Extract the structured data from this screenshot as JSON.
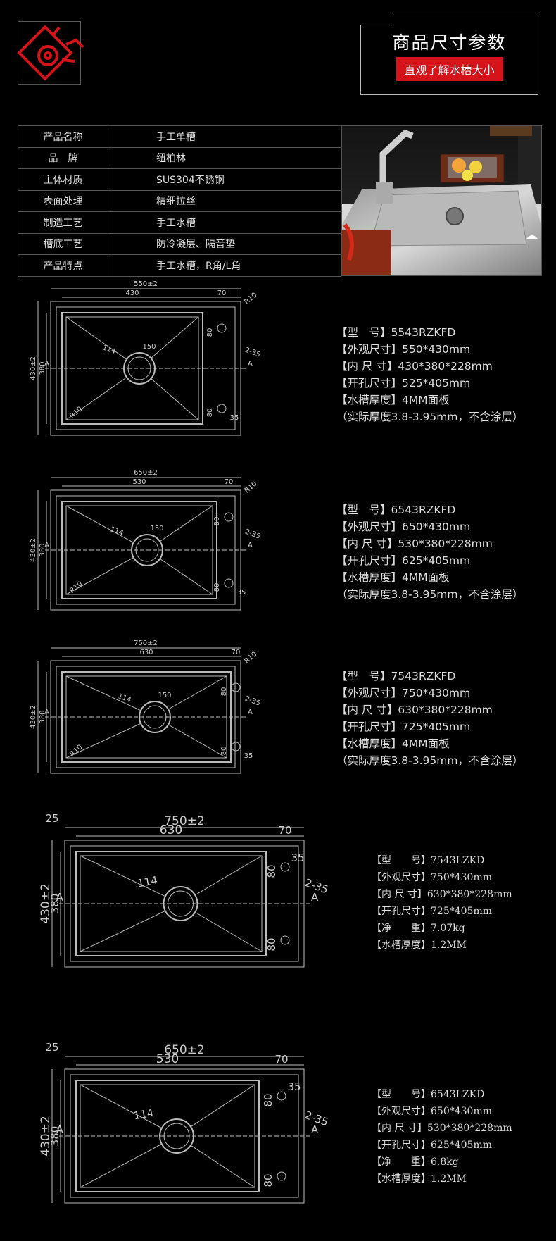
{
  "header": {
    "title": "商品尺寸参数",
    "subtitle": "直观了解水槽大小"
  },
  "colors": {
    "accent": "#d4131b",
    "background": "#000000"
  },
  "specs": [
    {
      "label": "产品名称",
      "value": "手工单槽"
    },
    {
      "label": "品　牌",
      "value": "纽柏林"
    },
    {
      "label": "主体材质",
      "value": "SUS304不锈钢"
    },
    {
      "label": "表面处理",
      "value": "精细拉丝"
    },
    {
      "label": "制造工艺",
      "value": "手工水槽"
    },
    {
      "label": "槽底工艺",
      "value": "防冷凝层、隔音垫"
    },
    {
      "label": "产品特点",
      "value": "手工水槽，R角/L角"
    }
  ],
  "drawings": [
    {
      "outer": "550±2",
      "inner": "430",
      "drain_dist": "70",
      "corner": "R10",
      "height": "430±2",
      "inner_h": "380",
      "hole": "150",
      "drain": "114",
      "tap": "80",
      "tap2": "80",
      "bracket": "35",
      "holes": "2-35",
      "section": "A",
      "corner_in": "R10",
      "info": [
        "【型　号】5543RZKFD",
        "【外观尺寸】550*430mm",
        "【内 尺 寸】430*380*228mm",
        "【开孔尺寸】525*405mm",
        "【水槽厚度】4MM面板",
        "（实际厚度3.8-3.95mm，不含涂层）"
      ]
    },
    {
      "outer": "650±2",
      "inner": "530",
      "drain_dist": "70",
      "corner": "R10",
      "height": "430±2",
      "inner_h": "380",
      "hole": "150",
      "drain": "114",
      "tap": "80",
      "tap2": "80",
      "bracket": "35",
      "holes": "2-35",
      "section": "A",
      "corner_in": "R10",
      "info": [
        "【型　号】6543RZKFD",
        "【外观尺寸】650*430mm",
        "【内 尺 寸】530*380*228mm",
        "【开孔尺寸】625*405mm",
        "【水槽厚度】4MM面板",
        "（实际厚度3.8-3.95mm，不含涂层）"
      ]
    },
    {
      "outer": "750±2",
      "inner": "630",
      "drain_dist": "70",
      "corner": "R10",
      "height": "430±2",
      "inner_h": "380",
      "hole": "150",
      "drain": "114",
      "tap": "80",
      "tap2": "80",
      "bracket": "35",
      "holes": "2-35",
      "section": "A",
      "corner_in": "R10",
      "info": [
        "【型　号】7543RZKFD",
        "【外观尺寸】750*430mm",
        "【内 尺 寸】630*380*228mm",
        "【开孔尺寸】725*405mm",
        "【水槽厚度】4MM面板",
        "（实际厚度3.8-3.95mm，不含涂层）"
      ]
    },
    {
      "outer": "750±2",
      "inner": "630",
      "edge": "25",
      "drain_dist": "70",
      "height": "430±2",
      "inner_h": "380",
      "drain": "114",
      "tap": "80",
      "tap2": "80",
      "bracket": "35",
      "holes": "2-35",
      "section": "A",
      "info": [
        "【型　　号】7543LZKD",
        "【外观尺寸】750*430mm",
        "【内 尺 寸】630*380*228mm",
        "【开孔尺寸】725*405mm",
        "【净　　重】7.07kg",
        "【水槽厚度】1.2MM"
      ]
    },
    {
      "outer": "650±2",
      "inner": "530",
      "edge": "25",
      "drain_dist": "70",
      "height": "430±2",
      "inner_h": "380",
      "drain": "114",
      "tap": "80",
      "tap2": "80",
      "bracket": "35",
      "holes": "2-35",
      "section": "A",
      "info": [
        "【型　　号】6543LZKD",
        "【外观尺寸】650*430mm",
        "【内 尺 寸】530*380*228mm",
        "【开孔尺寸】625*405mm",
        "【净　　重】6.8kg",
        "【水槽厚度】1.2MM"
      ]
    }
  ]
}
